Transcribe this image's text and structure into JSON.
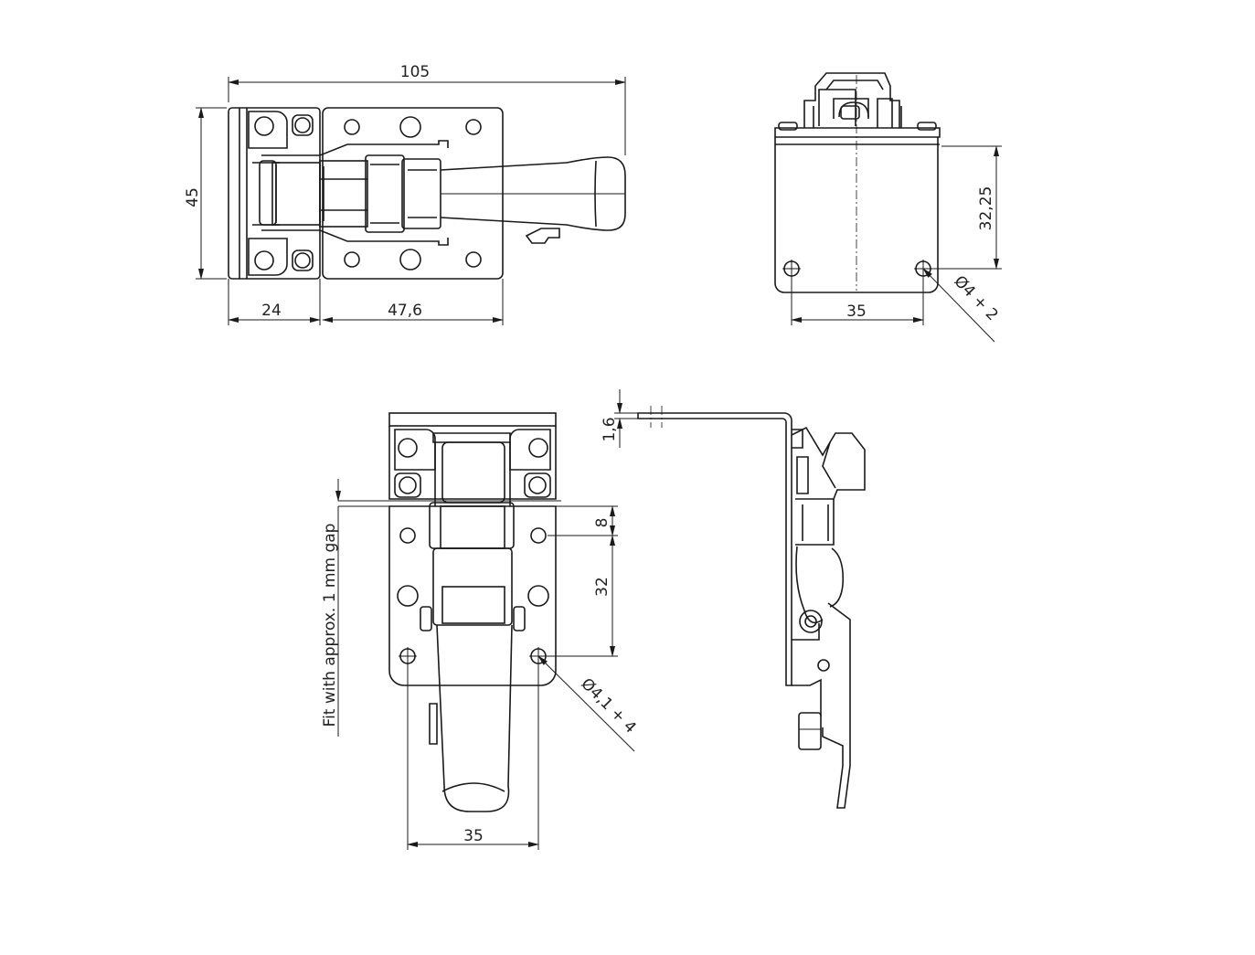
{
  "dimensions": {
    "top_width": "105",
    "top_height": "45",
    "top_left_width": "24",
    "top_right_width": "47,6",
    "end_height": "32,25",
    "end_width": "35",
    "end_hole": "Ø4 + 2",
    "front_pitch_short": "8",
    "front_pitch_long": "32",
    "front_hole": "Ø4,1 + 4",
    "front_width": "35",
    "side_thickness": "1,6"
  },
  "notes": {
    "fit_gap": "Fit with approx. 1 mm gap"
  },
  "colors": {
    "line": "#1a1a1a",
    "background": "#ffffff"
  }
}
